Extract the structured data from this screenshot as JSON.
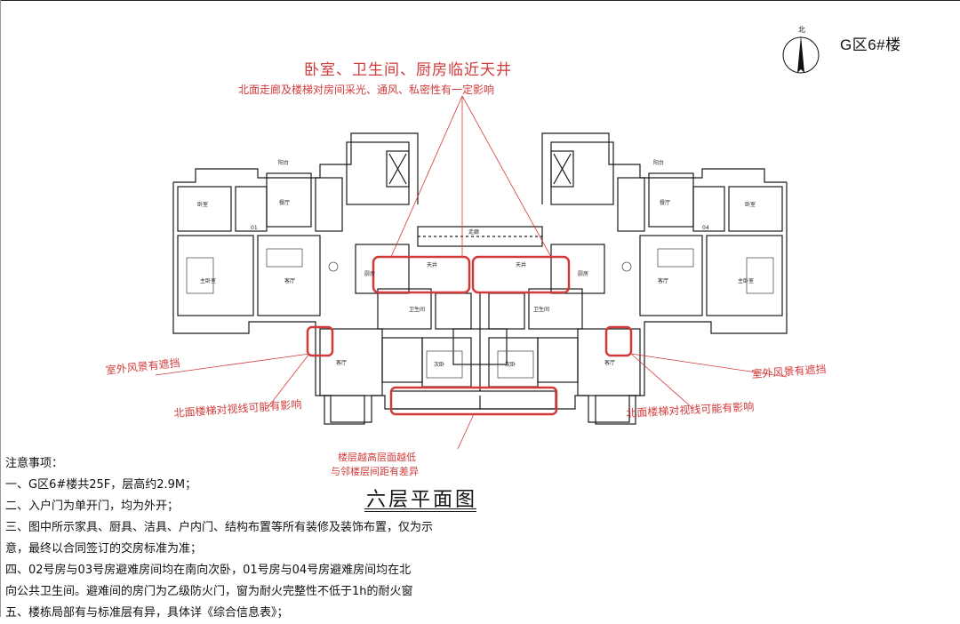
{
  "building_title": "G区6#楼",
  "north_label": "北",
  "annotations": {
    "top_line1": "卧室、卫生间、厨房临近天井",
    "top_line2": "北面走廊及楼梯对房间采光、通风、私密性有一定影响",
    "left_1": "室外风景有遮挡",
    "left_2": "北面楼梯对视线可能有影响",
    "right_1": "室外风景有遮挡",
    "right_2": "北面楼梯对视线可能有影响",
    "bottom_1": "楼层越高层面越低",
    "bottom_2": "与邻楼层间距有差异"
  },
  "plan_title": "六层平面图",
  "notes": {
    "heading": "注意事项：",
    "items": [
      "一、G区6#楼共25F，层高约2.9M；",
      "二、入户门为单开门，均为外开；",
      "三、图中所示家具、厨具、洁具、户内门、结构布置等所有装修及装饰布置，仅为示",
      "意，最终以合同签订的交房标准为准；",
      "四、02号房与03号房避难房间均在南向次卧，01号房与04号房避难房间均在北",
      "向公共卫生间。避难间的房门为乙级防火门，窗为耐火完整性不低于1h的耐火窗",
      "五、楼栋局部有与标准层有异，具体详《综合信息表》；"
    ]
  },
  "room_labels": {
    "balcony": "阳台",
    "bedroom": "卧室",
    "master_bedroom": "主卧室",
    "second_bedroom": "次卧",
    "living": "客厅",
    "dining": "餐厅",
    "kitchen": "厨房",
    "toilet": "卫生间",
    "corridor": "走廊",
    "courtyard": "天井",
    "unit_left": "01",
    "unit_right": "04"
  },
  "colors": {
    "highlight_red": "#d23a3a",
    "line_black": "#1a1a1a"
  }
}
